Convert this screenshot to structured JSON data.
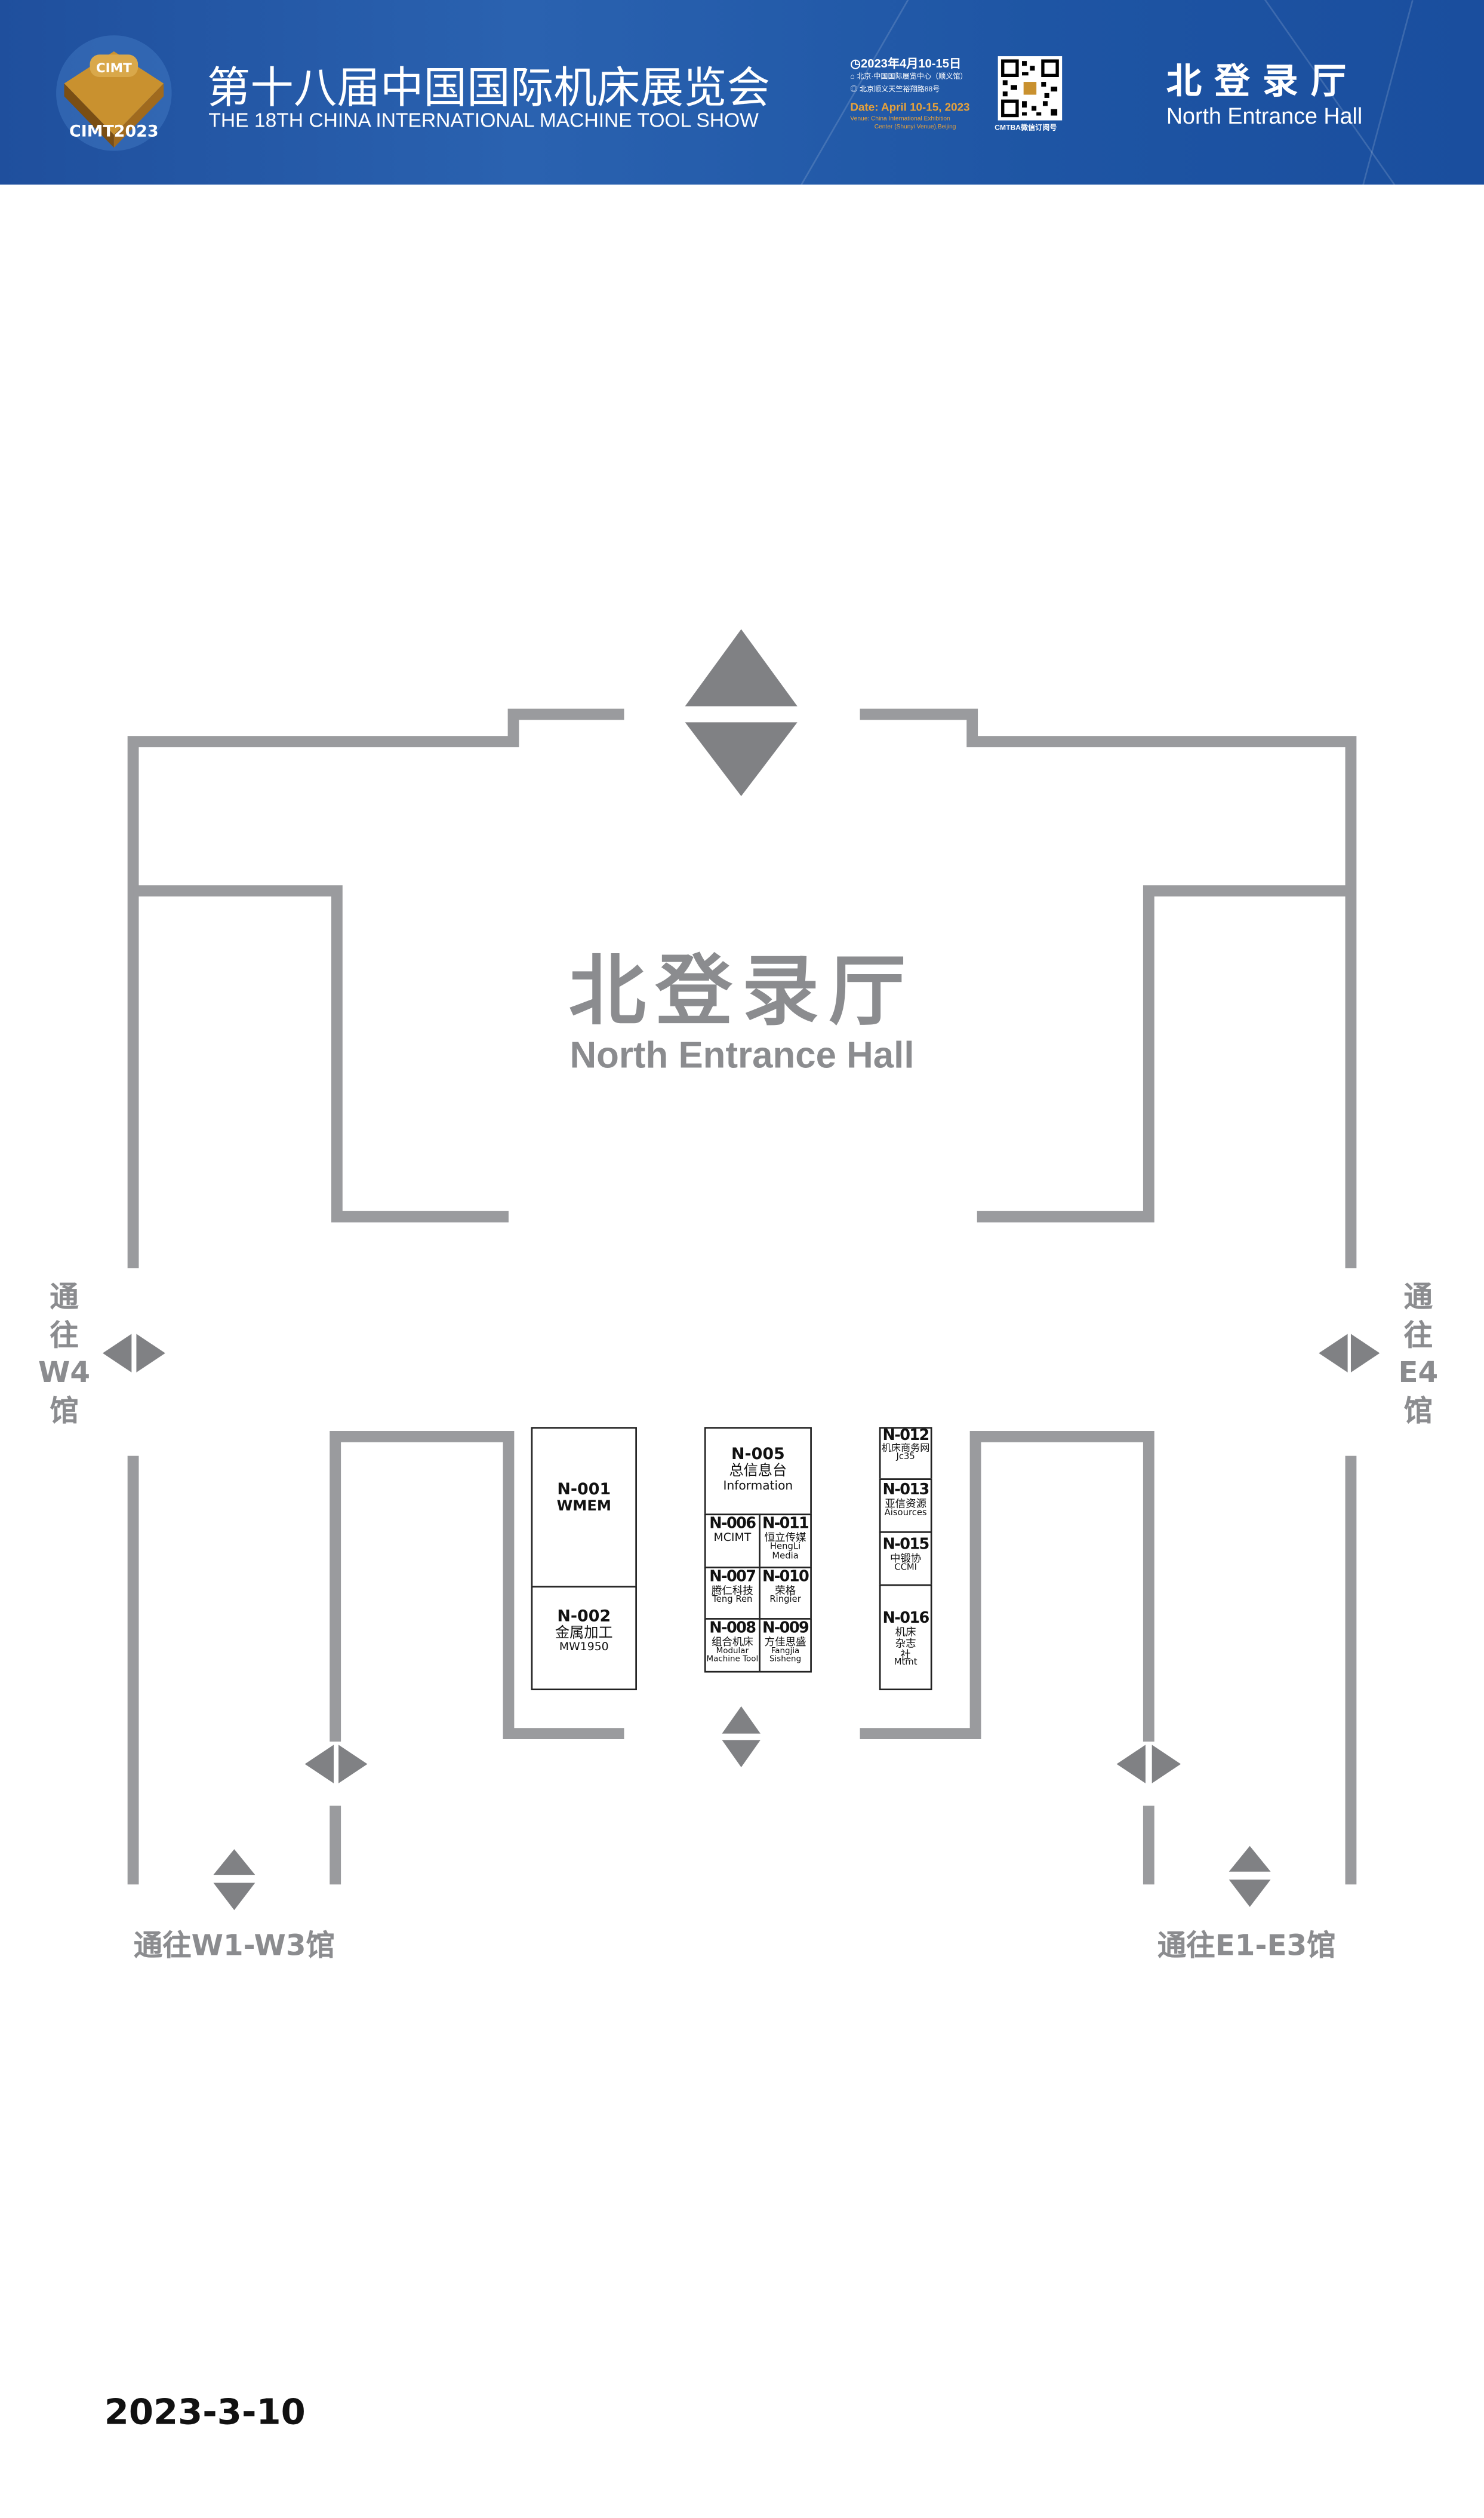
{
  "header": {
    "logo_text": "CIMT",
    "logo_year": "CIMT2023",
    "title_cn": "第十八届中国国际机床展览会",
    "title_en": "THE 18TH CHINA INTERNATIONAL MACHINE TOOL SHOW",
    "date_cn": "2023年4月10-15日",
    "venue_cn": "北京·中国国际展览中心（顺义馆）",
    "address_cn": "北京顺义天竺裕翔路88号",
    "date_en": "Date: April 10-15, 2023",
    "venue_en_1": "Venue: China International Exhibition",
    "venue_en_2": "Center (Shunyi Venue),Beijing",
    "qr_caption": "CMTBA微信订阅号",
    "hall_cn": "北登录厅",
    "hall_en": "North Entrance Hall",
    "colors": {
      "background": "#1f55a4",
      "accent": "#e8a23a"
    }
  },
  "plan": {
    "hall_cn": "北登录厅",
    "hall_en": "North Entrance Hall",
    "to_w4": [
      "通",
      "往",
      "W4",
      "馆"
    ],
    "to_e4": [
      "通",
      "往",
      "E4",
      "馆"
    ],
    "to_w1_w3": "通往W1-W3馆",
    "to_e1_e3": "通往E1-E3馆",
    "wall_color": "#9a9b9e",
    "arrow_color": "#808184"
  },
  "booths": {
    "n001": {
      "no": "N-001",
      "name": "WMEM"
    },
    "n002": {
      "no": "N-002",
      "name_cn": "金属加工",
      "name_en": "MW1950"
    },
    "n005": {
      "no": "N-005",
      "name_cn": "总信息台",
      "name_en": "Information"
    },
    "n006": {
      "no": "N-006",
      "name_en": "MCIMT"
    },
    "n011": {
      "no": "N-011",
      "name_cn": "恒立传媒",
      "name_en": "HengLi Media"
    },
    "n007": {
      "no": "N-007",
      "name_cn": "腾仁科技",
      "name_en": "Teng Ren"
    },
    "n010": {
      "no": "N-010",
      "name_cn": "荣格",
      "name_en": "Ringier"
    },
    "n008": {
      "no": "N-008",
      "name_cn": "组合机床",
      "name_en": "Modular Machine Tool"
    },
    "n009": {
      "no": "N-009",
      "name_cn": "方佳思盛",
      "name_en": "Fangjia Sisheng"
    },
    "n012": {
      "no": "N-012",
      "name_cn": "机床商务网",
      "name_en": "Jc35"
    },
    "n013": {
      "no": "N-013",
      "name_cn": "亚信资源",
      "name_en": "Aisources"
    },
    "n015": {
      "no": "N-015",
      "name_cn": "中锻协",
      "name_en": "CCMI"
    },
    "n016": {
      "no": "N-016",
      "name_cn": "机床杂志社",
      "name_en": "Mtmt"
    }
  },
  "footer": {
    "date": "2023-3-10"
  }
}
